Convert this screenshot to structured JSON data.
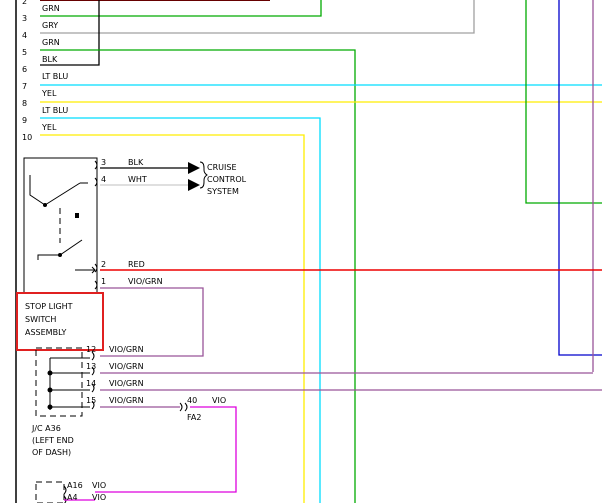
{
  "pins": [
    "2",
    "3",
    "4",
    "5",
    "6",
    "7",
    "8",
    "9",
    "10"
  ],
  "wire_labels": [
    "GRN",
    "GRY",
    "GRN",
    "BLK",
    "LT BLU",
    "YEL",
    "LT BLU",
    "YEL"
  ],
  "switch": {
    "pins": [
      "3",
      "4",
      "2",
      "1"
    ],
    "wires": [
      "BLK",
      "WHT",
      "RED",
      "VIO/GRN"
    ],
    "cruise_label": [
      "CRUISE",
      "CONTROL",
      "SYSTEM"
    ],
    "name_label": [
      "STOP LIGHT",
      "SWITCH",
      "ASSEMBLY"
    ]
  },
  "jc": {
    "pins": [
      "12",
      "13",
      "14",
      "15"
    ],
    "wires": [
      "VIO/GRN",
      "VIO/GRN",
      "VIO/GRN",
      "VIO/GRN"
    ],
    "connector_pin": "40",
    "connector_wire": "VIO",
    "connector_name": "FA2",
    "name_label": [
      "J/C A36",
      "(LEFT END",
      "OF DASH)"
    ]
  },
  "bottom": {
    "pins": [
      "A16",
      "A4"
    ],
    "wires": [
      "VIO",
      "VIO"
    ]
  },
  "colors": {
    "grn": "#00aa00",
    "gry": "#a0a0a0",
    "blk": "#000000",
    "lt_blu": "#00ddff",
    "yel": "#ffee00",
    "red": "#ee0000",
    "vio_grn": "#995599",
    "vio": "#dd00dd",
    "blue": "#0000cc",
    "dark_red": "#660000",
    "highlight": "#e02020"
  }
}
